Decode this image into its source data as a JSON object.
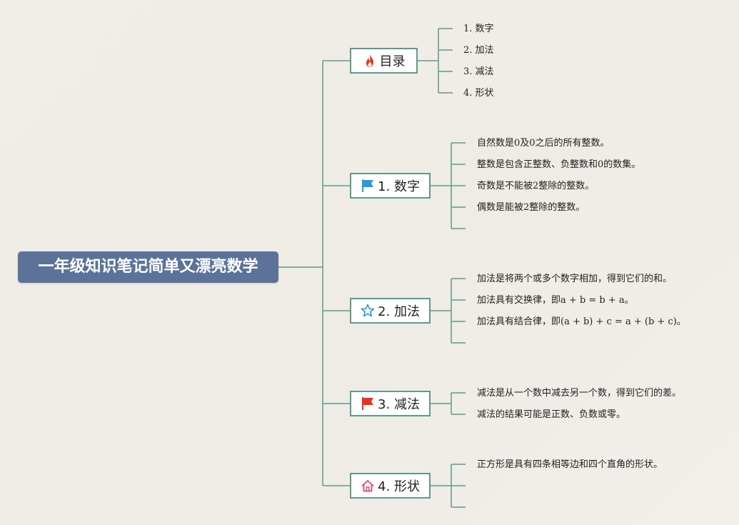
{
  "root": {
    "title": "一年级知识笔记简单又漂亮数学"
  },
  "topics": [
    {
      "label": "目录",
      "icon": "fire-icon",
      "color": "#e8321c",
      "leaves": [
        "1. 数字",
        "2. 加法",
        "3. 减法",
        "4. 形状"
      ]
    },
    {
      "label": "1. 数字",
      "icon": "blue-flag-icon",
      "color": "#2a9ad6",
      "leaves": [
        "自然数是0及0之后的所有整数。",
        "整数是包含正整数、负整数和0的数集。",
        "奇数是不能被2整除的整数。",
        "偶数是能被2整除的整数。",
        ""
      ]
    },
    {
      "label": "2. 加法",
      "icon": "star-outline-icon",
      "color": "#2a9ad6",
      "leaves": [
        "加法是将两个或多个数字相加，得到它们的和。",
        "加法具有交换律，即a + b = b + a。",
        "加法具有结合律，即(a + b) + c = a + (b + c)。",
        ""
      ]
    },
    {
      "label": "3. 减法",
      "icon": "red-flag-icon",
      "color": "#e8321c",
      "leaves": [
        "减法是从一个数中减去另一个数，得到它们的差。",
        "减法的结果可能是正数、负数或零。"
      ]
    },
    {
      "label": "4. 形状",
      "icon": "home-icon",
      "color": "#e0457b",
      "leaves": [
        "正方形是具有四条相等边和四个直角的形状。",
        "",
        ""
      ]
    }
  ],
  "colors": {
    "connector": "#5e9a8e",
    "root_fill": "#5d7299"
  }
}
